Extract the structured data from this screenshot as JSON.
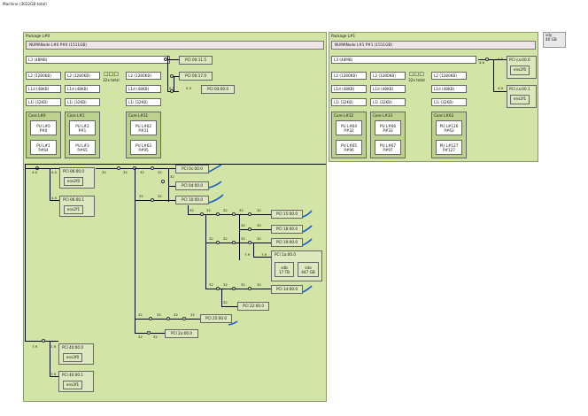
{
  "machine_title": "Machine (3022GB total)",
  "package0": {
    "title": "Package L#0",
    "numa": "NUMANode L#0 P#0 (1511GB)",
    "l3": "L3 (48MB)",
    "l2a": "L2 (1280KB)",
    "l2b": "L2 (1280KB)",
    "l2c": "L2 (1280KB)",
    "l1d_a": "L1d (48KB)",
    "l1d_b": "L1d (48KB)",
    "l1d_c": "L1d (48KB)",
    "l1i_a": "L1i (32KB)",
    "l1i_b": "L1i (32KB)",
    "l1i_c": "L1i (32KB)",
    "total_label": "32x total",
    "core_a": "Core L#0",
    "core_b": "Core L#1",
    "core_c": "Core L#31",
    "pu_a1_l": "PU L#0",
    "pu_a1_p": "P#0",
    "pu_a2_l": "PU L#1",
    "pu_a2_p": "P#64",
    "pu_b1_l": "PU L#2",
    "pu_b1_p": "P#1",
    "pu_b2_l": "PU L#3",
    "pu_b2_p": "P#65",
    "pu_c1_l": "PU L#62",
    "pu_c1_p": "P#31",
    "pu_c2_l": "PU L#63",
    "pu_c2_p": "P#95"
  },
  "package1": {
    "title": "Package L#1",
    "numa": "NUMANode L#1 P#1 (1511GB)",
    "l3": "L3 (48MB)",
    "l2a": "L2 (1280KB)",
    "l2b": "L2 (1280KB)",
    "l2c": "L2 (1280KB)",
    "l1d_a": "L1d (48KB)",
    "l1d_b": "L1d (48KB)",
    "l1d_c": "L1d (48KB)",
    "l1i_a": "L1i (32KB)",
    "l1i_b": "L1i (32KB)",
    "l1i_c": "L1i (32KB)",
    "total_label": "32x total",
    "core_a": "Core L#32",
    "core_b": "Core L#33",
    "core_c": "Core L#63",
    "pu_a1_l": "PU L#64",
    "pu_a1_p": "P#32",
    "pu_a2_l": "PU L#65",
    "pu_a2_p": "P#96",
    "pu_b1_l": "PU L#66",
    "pu_b1_p": "P#33",
    "pu_b2_l": "PU L#67",
    "pu_b2_p": "P#97",
    "pu_c1_l": "PU L#126",
    "pu_c1_p": "P#63",
    "pu_c2_l": "PU L#127",
    "pu_c2_p": "P#127"
  },
  "pci": {
    "p00115": "PCI 00:11.5",
    "p00170": "PCI 00:17.0",
    "p0400": "PCI 04:00.0",
    "p0600": "PCI 06:00.0",
    "p0601": "PCI 06:00.1",
    "p0c00": "PCI 0c:00.0",
    "p0d00": "PCI 0d:00.0",
    "p1000": "PCI 10:00.0",
    "p1500": "PCI 15:00.0",
    "p1800": "PCI 18:00.0",
    "p1900": "PCI 19:00.0",
    "p1a00": "PCI 1a:00.0",
    "p1d00": "PCI 1d:00.0",
    "p2200": "PCI 22:00.0",
    "p2500": "PCI 25:00.0",
    "p2a00": "PCI 2a:00.0",
    "p4000": "PCI 40:00.0",
    "p4001": "PCI 40:00.1",
    "pca00": "PCI ca:00.0",
    "pca01": "PCI ca:00.1"
  },
  "os": {
    "ens2f0": "ens2f0",
    "ens2f1": "ens2f1",
    "ens3f0": "ens3f0",
    "ens3f1": "ens3f1",
    "ens2f0b": "ens2f0",
    "ens2f1b": "ens2f1",
    "sdb_name": "sdb",
    "sdb_size": "17 TB",
    "sda_name": "sda",
    "sda_size": "447 GB"
  },
  "bw": {
    "b_05a": "0.5",
    "b_05b": "0.5",
    "b_40a": "4.0",
    "b_40b": "4.0",
    "b_40c": "4.0",
    "b_32": "32",
    "b_79a": "7.9",
    "b_79b": "7.9",
    "b_79c": "7.9",
    "b_79d": "7.9",
    "b_40p1a": "4.0",
    "b_40p1b": "4.0",
    "b_40p1c": "4.0"
  },
  "side_box": {
    "line1": "sdy",
    "line2": "40 GB"
  },
  "colors": {
    "package": "#d3e5a6",
    "numa": "#efe4e7",
    "core": "#bdd18f",
    "annotation": "#1a5ec8"
  }
}
